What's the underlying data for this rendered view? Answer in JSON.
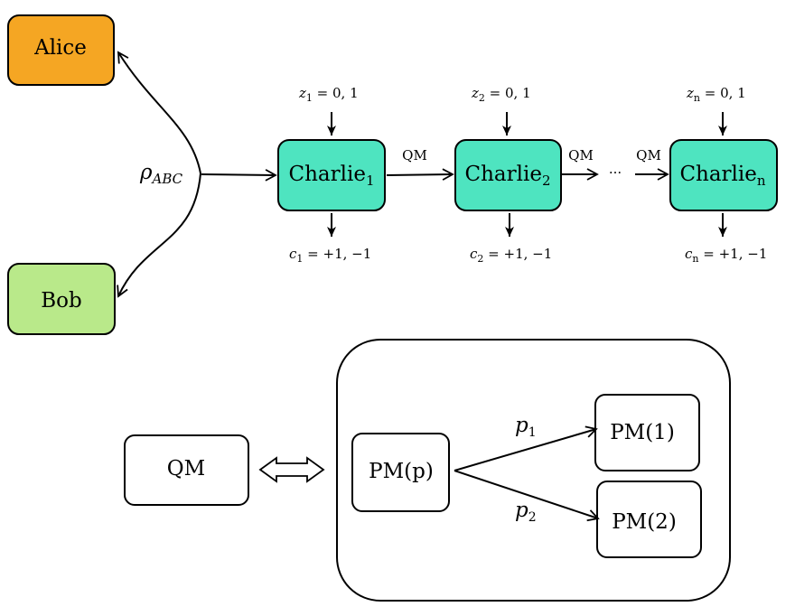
{
  "colors": {
    "alice": "#F5A623",
    "bob": "#B9E98A",
    "charlie": "#4EE4C0",
    "stroke": "#000000"
  },
  "parties": {
    "alice": "Alice",
    "bob": "Bob"
  },
  "source": {
    "rho": "ρ",
    "rho_sub": "ABC"
  },
  "charlies": [
    {
      "base": "Charlie",
      "sub": "1",
      "z_var": "z",
      "z_sub": "1",
      "z_val": " = 0, 1",
      "c_var": "c",
      "c_sub": "1",
      "c_val": " = +1, −1"
    },
    {
      "base": "Charlie",
      "sub": "2",
      "z_var": "z",
      "z_sub": "2",
      "z_val": " = 0, 1",
      "c_var": "c",
      "c_sub": "2",
      "c_val": " = +1, −1"
    },
    {
      "base": "Charlie",
      "sub": "n",
      "z_var": "z",
      "z_sub": "n",
      "z_val": " = 0, 1",
      "c_var": "c",
      "c_sub": "n",
      "c_val": " = +1, −1"
    }
  ],
  "links": {
    "qm1": "QM",
    "qm2": "QM",
    "qm3": "QM",
    "dots": "···"
  },
  "bottom": {
    "qm": "QM",
    "pm_p": "PM(p)",
    "pm_1": "PM(1)",
    "pm_2": "PM(2)",
    "p1_var": "p",
    "p1_sub": "1",
    "p2_var": "p",
    "p2_sub": "2"
  }
}
